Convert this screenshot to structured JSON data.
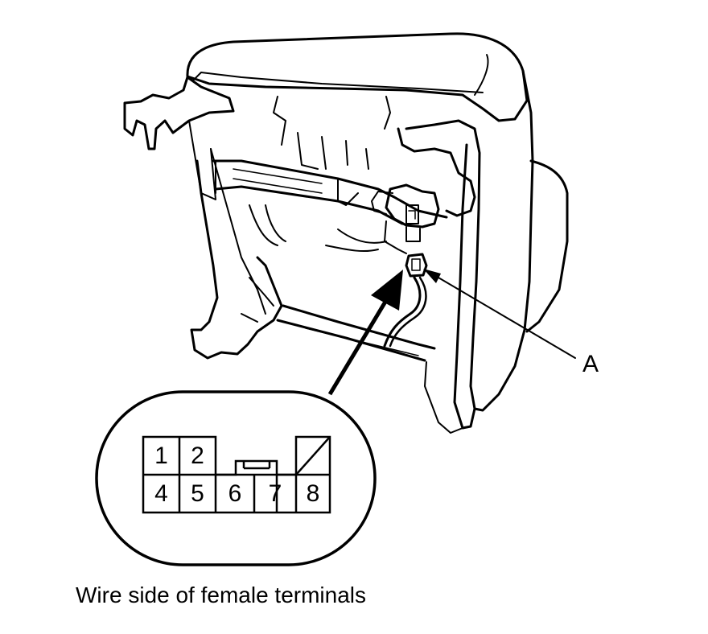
{
  "callout_label": "A",
  "caption": "Wire side of female terminals",
  "connector": {
    "top_row": [
      "1",
      "2"
    ],
    "bottom_row": [
      "4",
      "5",
      "6",
      "7",
      "8"
    ]
  }
}
